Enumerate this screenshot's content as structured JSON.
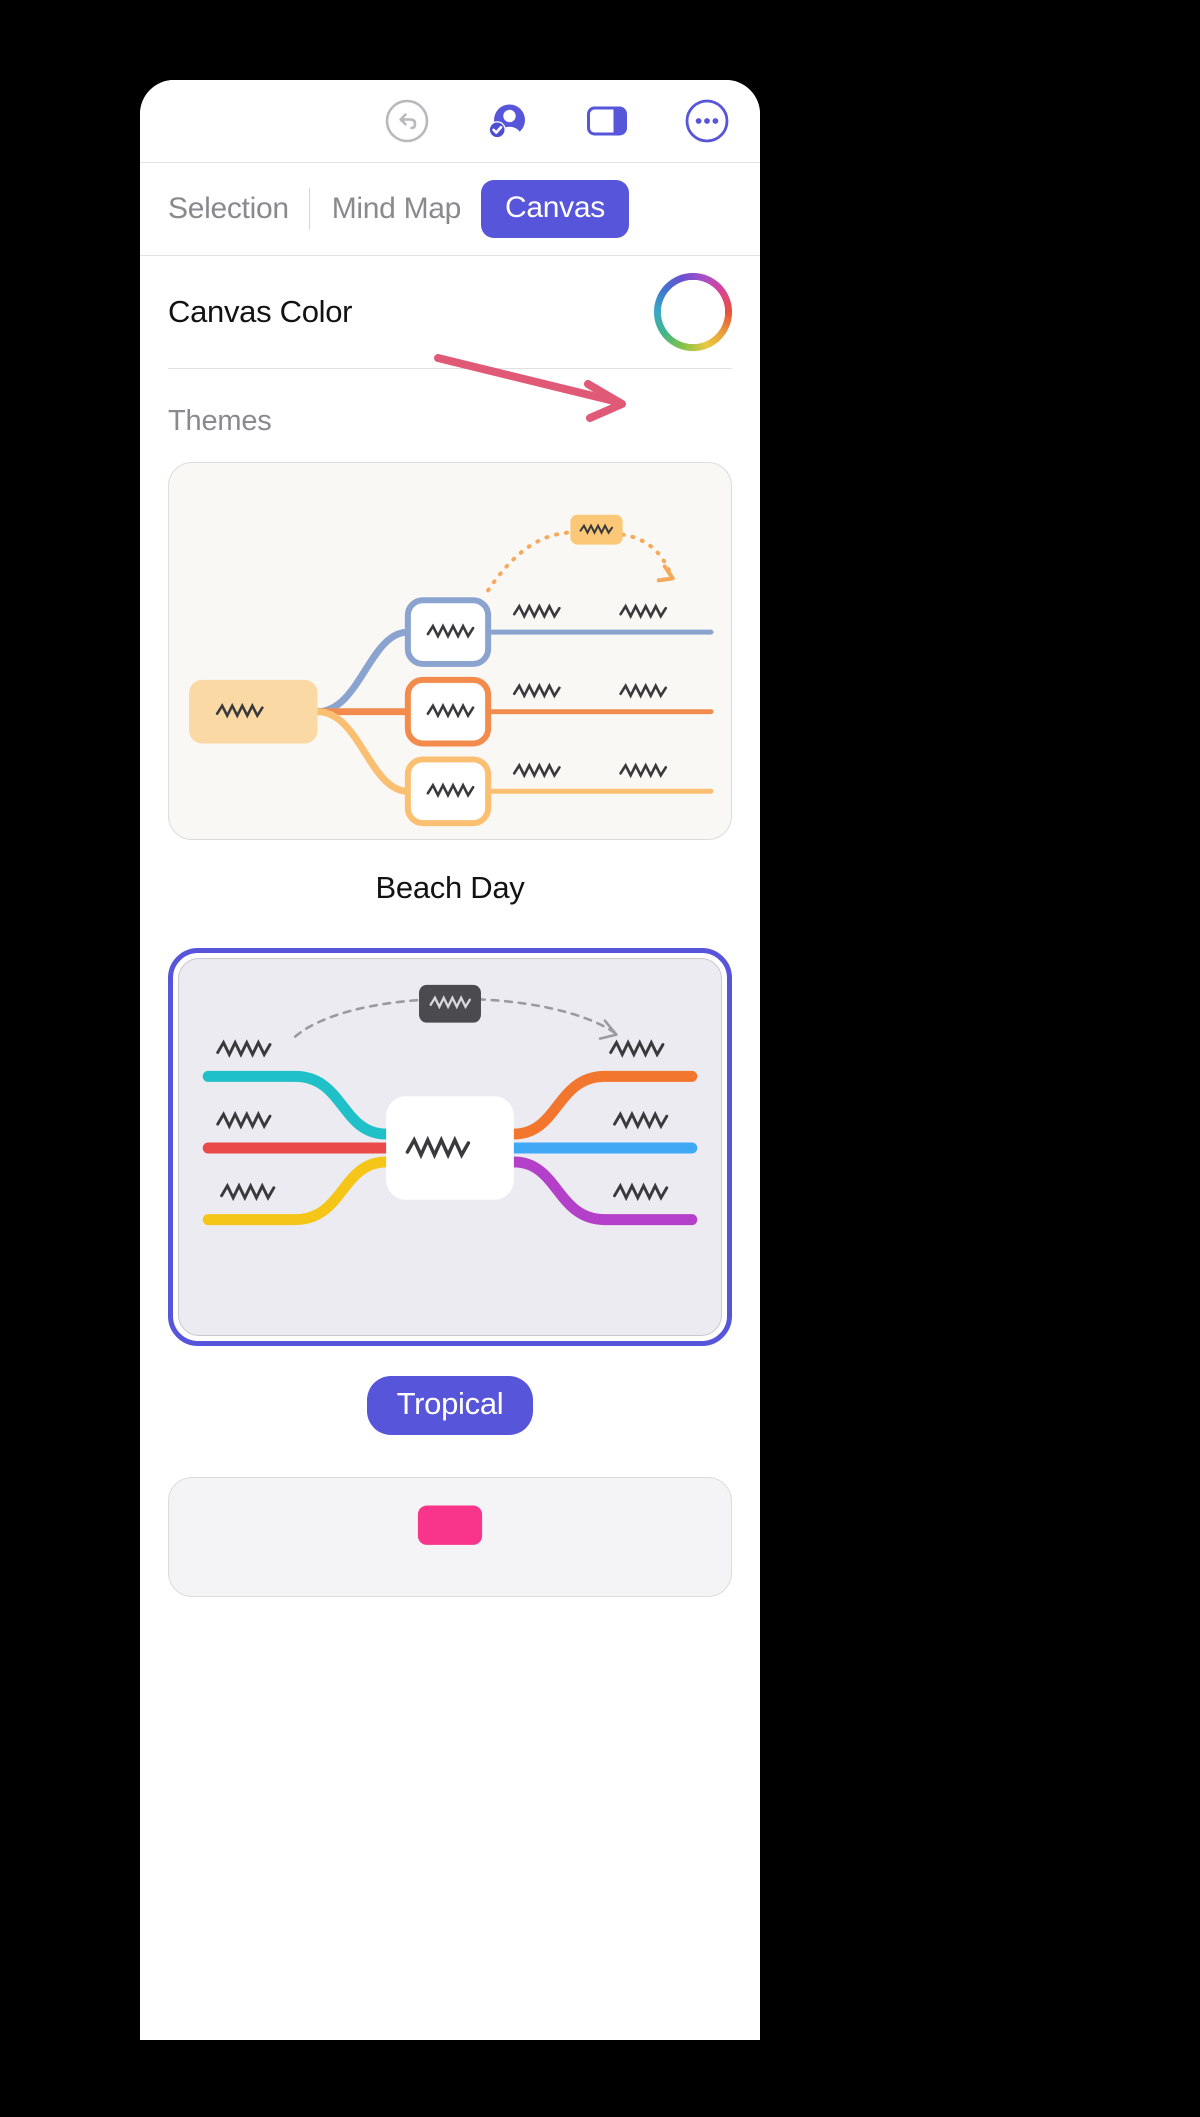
{
  "toolbar": {
    "items": [
      {
        "name": "undo-icon",
        "label": "Undo"
      },
      {
        "name": "account-verified-icon",
        "label": "Account"
      },
      {
        "name": "sidebar-panel-icon",
        "label": "Toggle Panel"
      },
      {
        "name": "more-options-icon",
        "label": "More"
      }
    ]
  },
  "tabs": {
    "selection": "Selection",
    "mind_map": "Mind Map",
    "canvas": "Canvas",
    "active": "Canvas"
  },
  "canvas_color": {
    "label": "Canvas Color",
    "swatch_name": "color-wheel"
  },
  "themes": {
    "heading": "Themes",
    "items": [
      {
        "name": "Beach Day",
        "selected": false,
        "background": "#faf8f5",
        "colors": {
          "root": "#fbd9a5",
          "branch_blue": "#8ba4cf",
          "branch_orange": "#f28b4b",
          "branch_amber": "#fbbf72",
          "float_node": "#fbc878",
          "dashed": "#f5a95a"
        }
      },
      {
        "name": "Tropical",
        "selected": true,
        "background": "#ecebf2",
        "selection_color": "#5755d9",
        "colors": {
          "center": "#ffffff",
          "left_teal": "#1fc0c8",
          "left_red": "#ea4a4a",
          "left_yellow": "#f5c518",
          "right_orange": "#f2762e",
          "right_blue": "#3fa9f5",
          "right_purple": "#b43fc8",
          "float_node": "#4a4a4f",
          "dashed": "#8a8a8e"
        }
      },
      {
        "name": "",
        "selected": false,
        "background": "#f4f4f6",
        "colors": {
          "accent": "#f8358a"
        }
      }
    ]
  },
  "annotation": {
    "arrow_color": "#e05a78",
    "target": "color-wheel"
  },
  "palette": {
    "accent": "#5755d9",
    "text": "#121212",
    "muted": "#8a8a8e",
    "hairline": "#e3e3e6"
  }
}
